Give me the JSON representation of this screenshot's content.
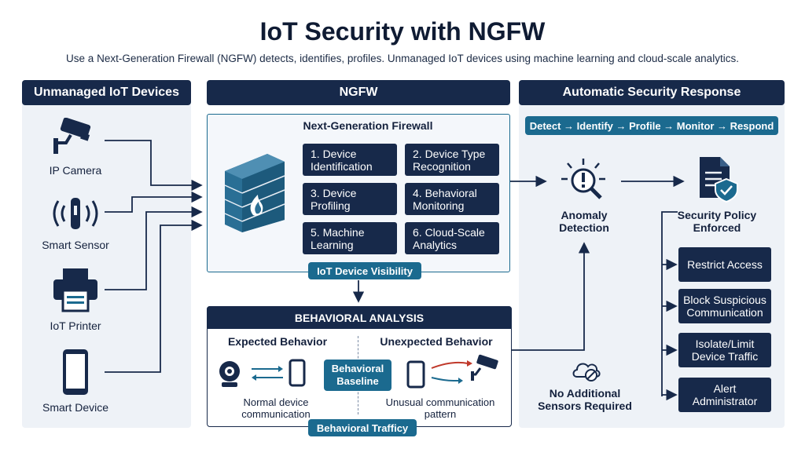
{
  "title": "IoT Security with NGFW",
  "subtitle": "Use a Next-Generation Firewall (NGFW) detects, identifies, profiles. Unmanaged IoT devices using machine learning and cloud-scale analytics.",
  "colors": {
    "navy": "#17294a",
    "teal": "#1b6a8f",
    "panel": "#eef2f7",
    "red": "#c0392b"
  },
  "left": {
    "header": "Unmanaged IoT Devices",
    "devices": [
      {
        "label": "IP Camera",
        "icon": "ip-camera-icon"
      },
      {
        "label": "Smart Sensor",
        "icon": "smart-sensor-icon"
      },
      {
        "label": "IoT Printer",
        "icon": "printer-icon"
      },
      {
        "label": "Smart Device",
        "icon": "smartphone-icon"
      }
    ]
  },
  "ngfw": {
    "header": "NGFW",
    "box_title": "Next-Generation Firewall",
    "features": [
      "1. Device\nIdentification",
      "2. Device Type\nRecognition",
      "3. Device\nProfiling",
      "4. Behavioral\nMonitoring",
      "5. Machine\nLearning",
      "6. Cloud-Scale\nAnalytics"
    ],
    "visibility_label": "IoT Device Visibility"
  },
  "behavior": {
    "header": "BEHAVIORAL ANALYSIS",
    "expected_title": "Expected Behavior",
    "unexpected_title": "Unexpected Behavior",
    "baseline_label": "Behavioral\nBaseline",
    "expected_caption": "Normal device\ncommunication",
    "unexpected_caption": "Unusual communication\npattern",
    "traffic_label": "Behavioral Trafficy"
  },
  "response": {
    "header": "Automatic Security Response",
    "flow": "Detect → Identify → Profile → Monitor → Respond",
    "anomaly": "Anomaly\nDetection",
    "policy": "Security Policy\nEnforced",
    "no_sensors": "No Additional\nSensors Required",
    "actions": [
      "Restrict Access",
      "Block Suspicious\nCommunication",
      "Isolate/Limit\nDevice Traffic",
      "Alert\nAdministrator"
    ]
  }
}
